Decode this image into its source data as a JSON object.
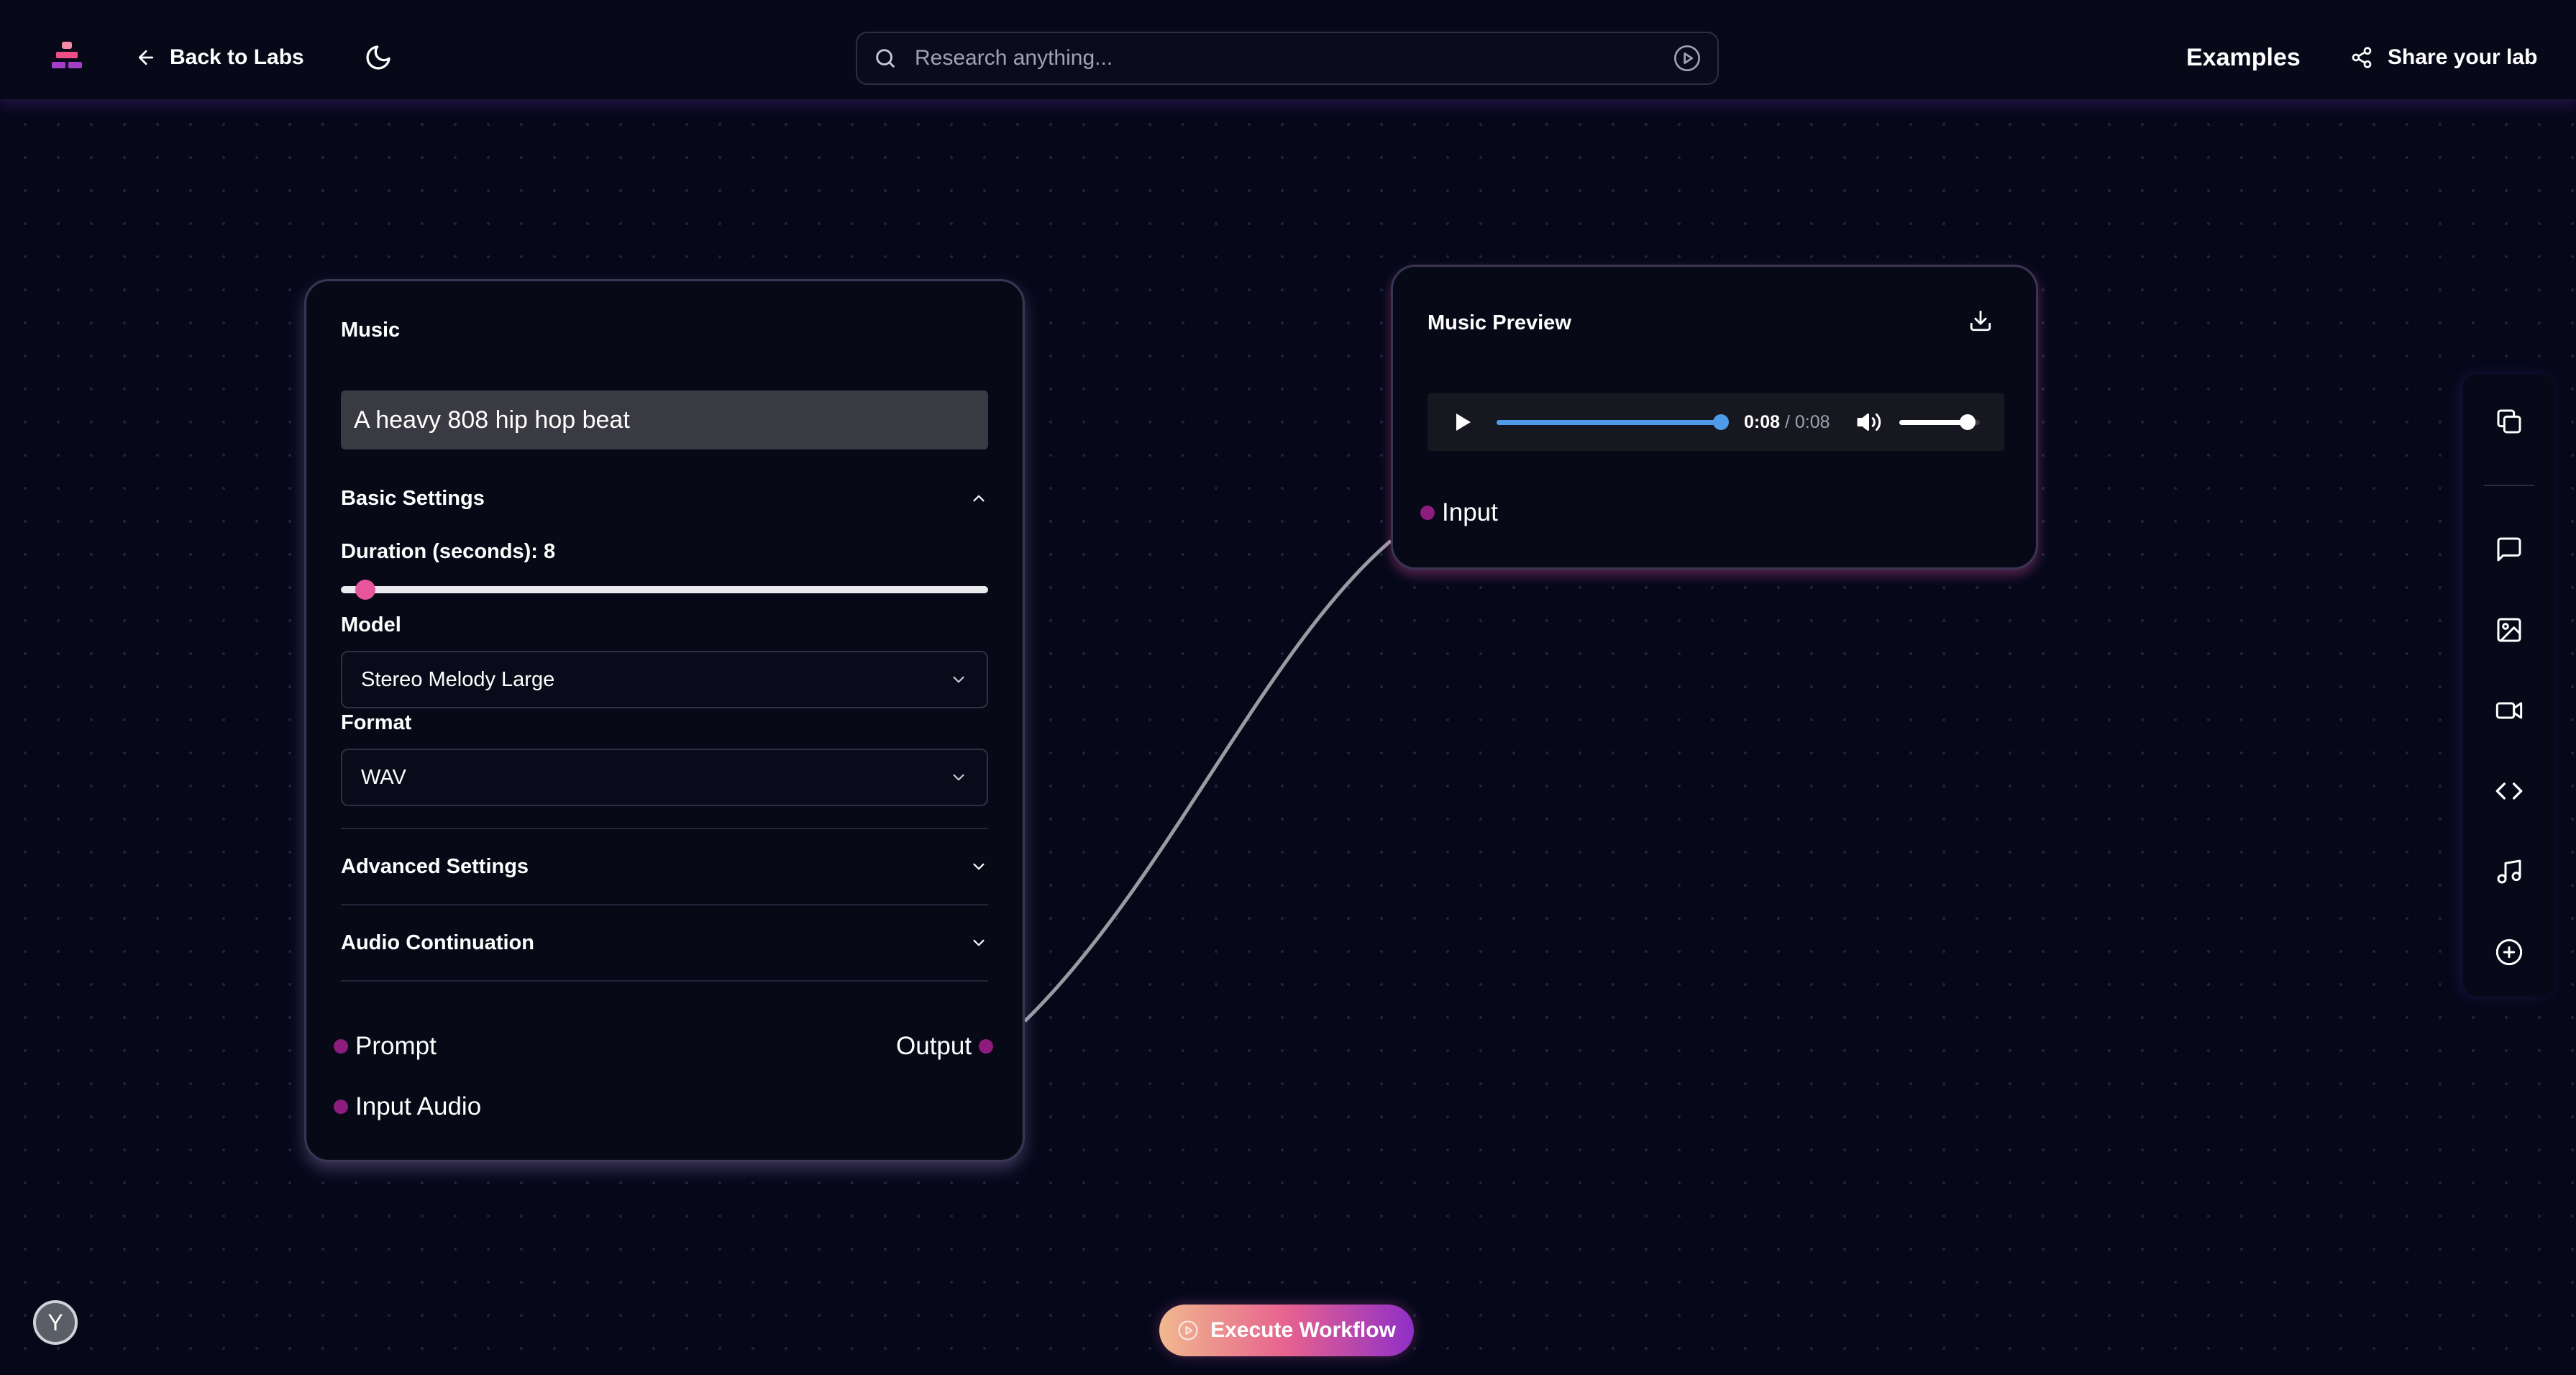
{
  "header": {
    "back_label": "Back to Labs",
    "search_placeholder": "Research anything...",
    "examples_label": "Examples",
    "share_label": "Share your lab"
  },
  "music_node": {
    "title": "Music",
    "prompt_text": "A heavy 808 hip hop beat",
    "basic_settings_label": "Basic Settings",
    "duration_label": "Duration (seconds): 8",
    "duration_value": 8,
    "duration_min": 1,
    "duration_max": 300,
    "model_label": "Model",
    "model_value": "Stereo Melody Large",
    "format_label": "Format",
    "format_value": "WAV",
    "advanced_settings_label": "Advanced Settings",
    "audio_continuation_label": "Audio Continuation",
    "ports": {
      "prompt": "Prompt",
      "input_audio": "Input Audio",
      "output": "Output"
    }
  },
  "preview_node": {
    "title": "Music Preview",
    "current_time": "0:08",
    "separator": "/",
    "duration": "0:08",
    "progress": 1.0,
    "volume": 0.85,
    "input_port": "Input"
  },
  "footer": {
    "execute_label": "Execute Workflow",
    "avatar_initial": "Y"
  },
  "colors": {
    "background": "#06081a",
    "port": "#8e1b7e",
    "slider_thumb": "#e8559c",
    "seek": "#4f9be8",
    "gradient_start": "#f0b88e",
    "gradient_mid": "#e7628f",
    "gradient_end": "#8f2fc7"
  },
  "icons": {
    "logo": "lab-logo-icon",
    "back": "arrow-left-icon",
    "theme": "moon-icon",
    "search": "search-icon",
    "search_go": "play-circle-icon",
    "share": "share-icon",
    "download": "download-icon",
    "toolbar": [
      "copy-icon",
      "chat-icon",
      "image-icon",
      "video-icon",
      "code-icon",
      "music-note-icon",
      "plus-circle-icon"
    ]
  }
}
